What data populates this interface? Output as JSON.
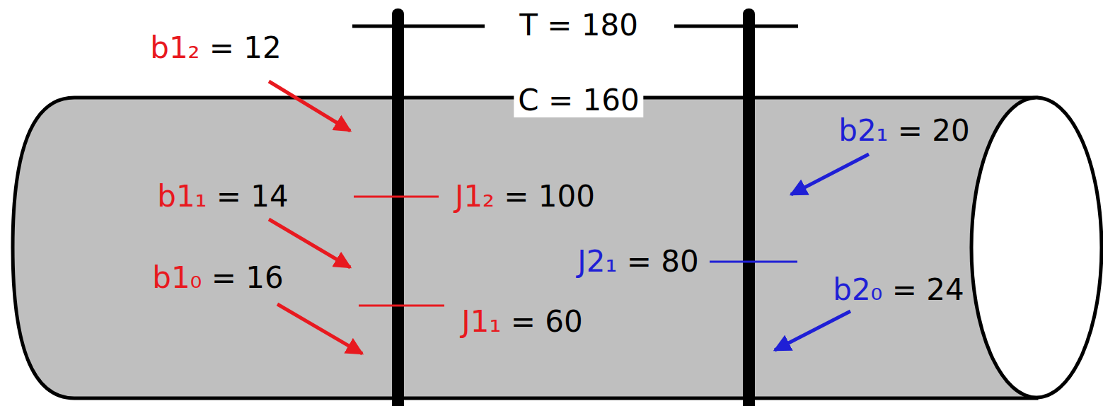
{
  "diagram": {
    "labels": [
      "T = 180",
      "C = 160",
      "b1₂ = 12",
      "b1₁ = 14",
      "b1₀ = 16",
      "J1₂ = 100",
      "J1₁ = 60",
      "b2₁ = 20",
      "J2₁ = 80",
      "b2₀ = 24"
    ]
  }
}
